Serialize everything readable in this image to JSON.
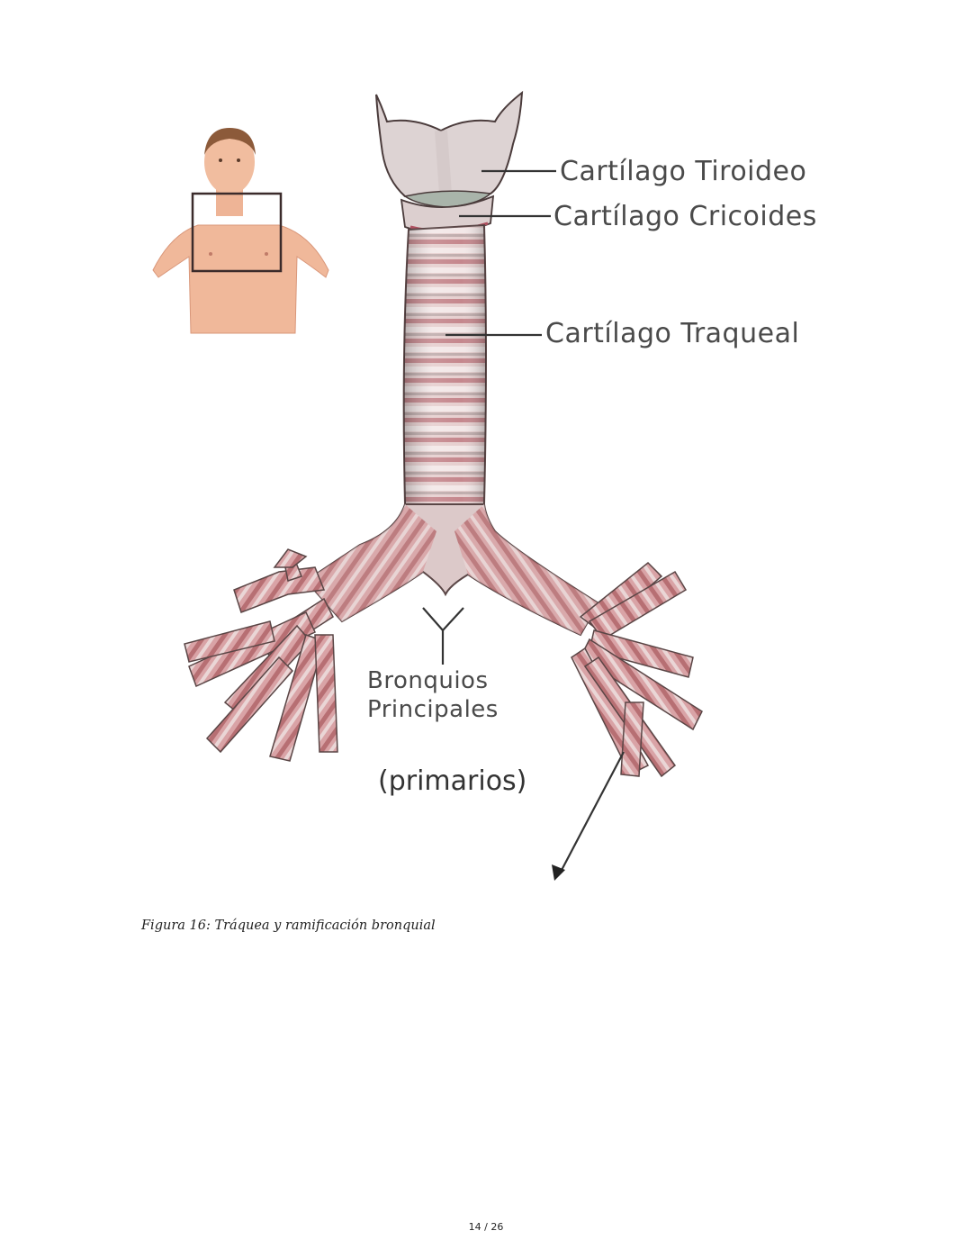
{
  "figure": {
    "labels": {
      "tiroideo": "Cartílago Tiroideo",
      "cricoides": "Cartílago Cricoides",
      "traqueal": "Cartílago Traqueal",
      "bronquios_line1": "Bronquios",
      "bronquios_line2": "Principales",
      "primarios": "(primarios)"
    },
    "colors": {
      "tissue": "#d9a7a7",
      "tissue_dark": "#a8585e",
      "cartilage": "#ddd3d3",
      "skin": "#f0b89a",
      "label_text": "#4a4a4a"
    }
  },
  "caption": "Figura 16: Tráquea y ramificación bronquial",
  "page_number": "14 / 26"
}
